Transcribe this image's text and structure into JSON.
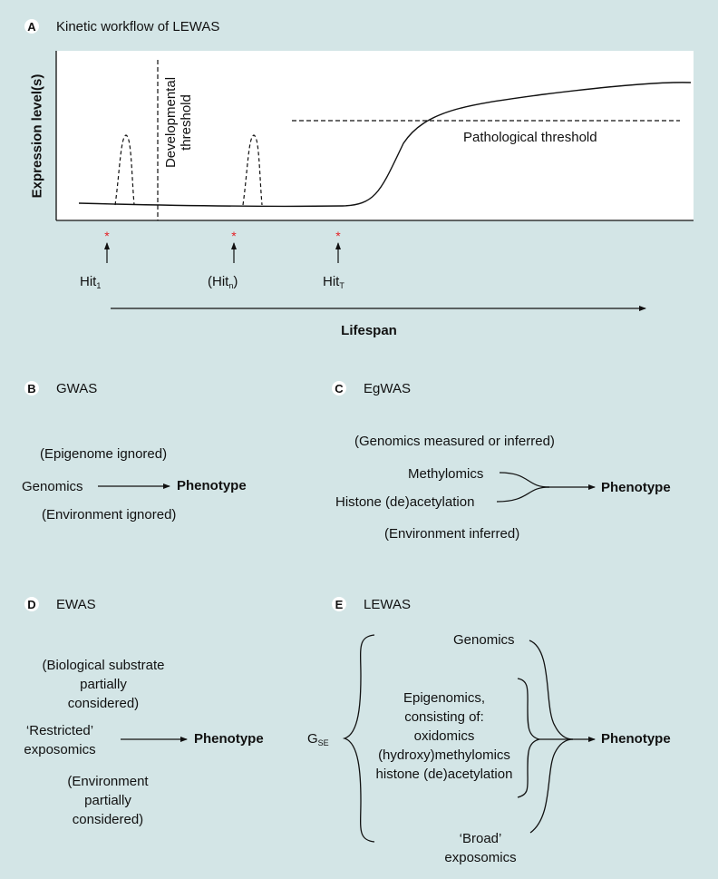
{
  "panelA": {
    "letter": "A",
    "title": "Kinetic workflow of LEWAS",
    "ylabel": "Expression level(s)",
    "developmental_threshold": [
      "Developmental",
      "threshold"
    ],
    "pathological_threshold": "Pathological threshold",
    "asterisk": "*",
    "hit1": {
      "main": "Hit",
      "sub": "1"
    },
    "hitn": {
      "pre": "(Hit",
      "sub": "n",
      "post": ")"
    },
    "hitT": {
      "main": "Hit",
      "sub": "T"
    },
    "xlabel": "Lifespan"
  },
  "panelB": {
    "letter": "B",
    "title": "GWAS",
    "epigenome": "(Epigenome ignored)",
    "genomics": "Genomics",
    "phenotype": "Phenotype",
    "environment": "(Environment ignored)"
  },
  "panelC": {
    "letter": "C",
    "title": "EgWAS",
    "genomics": "(Genomics measured or inferred)",
    "methylomics": "Methylomics",
    "histone": "Histone (de)acetylation",
    "phenotype": "Phenotype",
    "environment": "(Environment inferred)"
  },
  "panelD": {
    "letter": "D",
    "title": "EWAS",
    "bio_lines": [
      "(Biological substrate",
      "partially",
      "considered)"
    ],
    "restricted_lines": [
      "‘Restricted’",
      "exposomics"
    ],
    "phenotype": "Phenotype",
    "env_lines": [
      "(Environment",
      "partially",
      "considered)"
    ]
  },
  "panelE": {
    "letter": "E",
    "title": "LEWAS",
    "gse": {
      "main": "G",
      "sub": "SE"
    },
    "genomics": "Genomics",
    "epi_lines": [
      "Epigenomics,",
      "consisting of:",
      "oxidomics",
      "(hydroxy)methylomics",
      "histone (de)acetylation"
    ],
    "phenotype": "Phenotype",
    "broad_lines": [
      "‘Broad’",
      "exposomics"
    ]
  },
  "colors": {
    "background": "#d3e5e6",
    "plot_bg": "#ffffff",
    "asterisk": "#e32227",
    "ink": "#111111"
  }
}
